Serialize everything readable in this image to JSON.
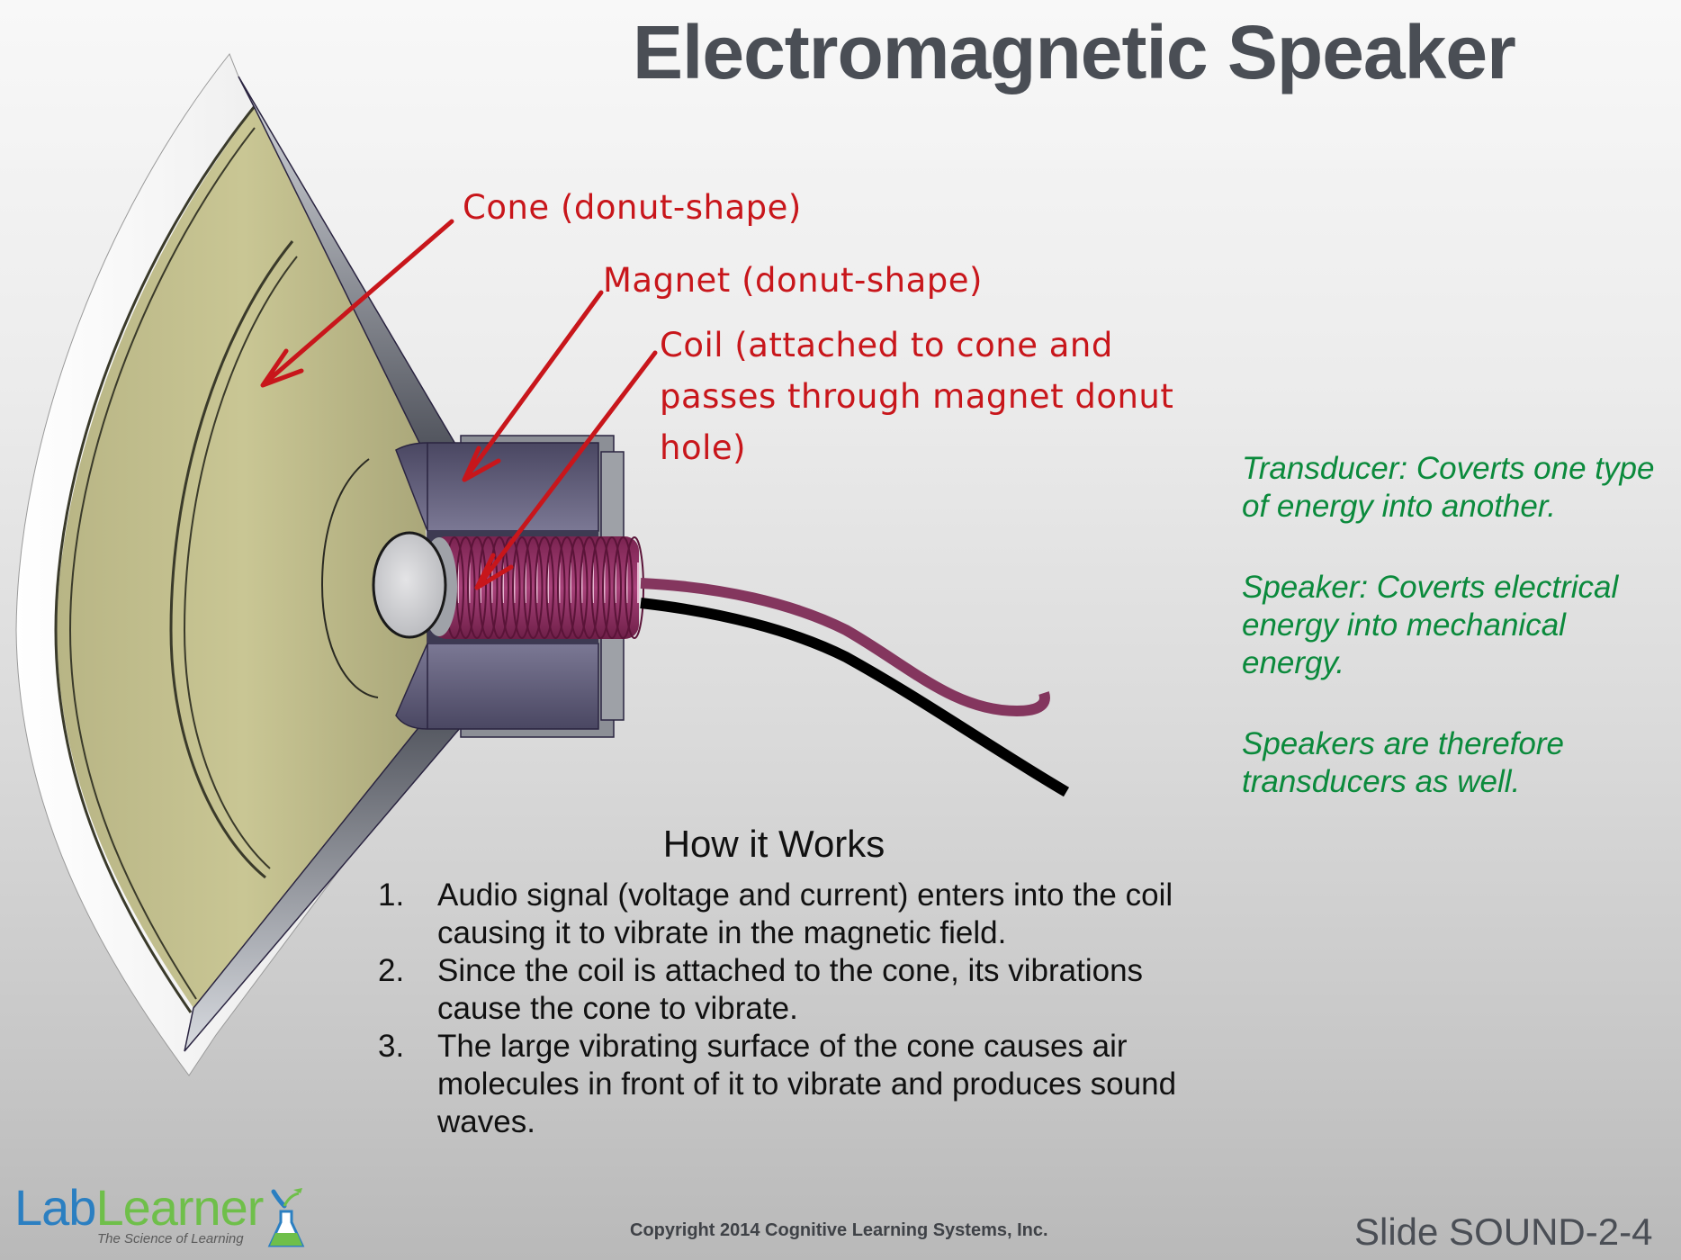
{
  "slide": {
    "title": "Electromagnetic Speaker",
    "slide_id": "Slide SOUND-2-4",
    "copyright": "Copyright 2014 Cognitive Learning Systems, Inc."
  },
  "labels": {
    "cone": "Cone (donut-shape)",
    "magnet": "Magnet (donut-shape)",
    "coil_lines": [
      "Coil (attached to cone and",
      "passes through magnet donut",
      "hole)"
    ]
  },
  "notes": [
    "Transducer: Coverts one type of energy into another.",
    "Speaker: Coverts electrical energy into mechanical energy.",
    "Speakers are therefore transducers as well."
  ],
  "how_it_works": {
    "heading": "How it Works",
    "steps": [
      {
        "num": "1.",
        "text": "Audio signal (voltage and current) enters into the coil causing it to vibrate in the magnetic field."
      },
      {
        "num": "2.",
        "text": "Since the coil is attached to the cone, its vibrations cause the cone to vibrate."
      },
      {
        "num": "3.",
        "text": "The large vibrating surface of the cone causes air molecules in front of it to vibrate and produces sound waves."
      }
    ]
  },
  "logo": {
    "part1": "Lab",
    "part2": "Learner",
    "tagline": "The Science of Learning"
  },
  "colors": {
    "annotation_red": "#c8161b",
    "note_green": "#0b8a3c",
    "title_gray": "#4a4e55",
    "cone_khaki": "#c2bf8e",
    "magnet_purple": "#6a6784",
    "coil_magenta": "#8e2f5e",
    "wire_black": "#000000"
  }
}
